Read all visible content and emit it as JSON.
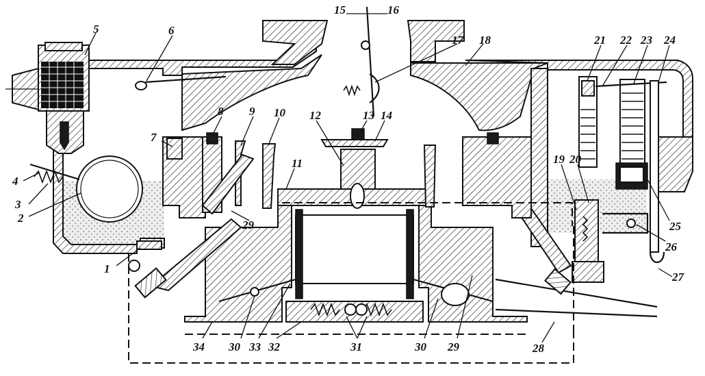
{
  "diagram": {
    "callouts": [
      {
        "id": "1",
        "text": "1"
      },
      {
        "id": "2",
        "text": "2"
      },
      {
        "id": "3",
        "text": "3"
      },
      {
        "id": "4",
        "text": "4"
      },
      {
        "id": "5",
        "text": "5"
      },
      {
        "id": "6",
        "text": "6"
      },
      {
        "id": "7",
        "text": "7"
      },
      {
        "id": "8",
        "text": "8"
      },
      {
        "id": "9",
        "text": "9"
      },
      {
        "id": "10",
        "text": "10"
      },
      {
        "id": "11",
        "text": "11"
      },
      {
        "id": "12",
        "text": "12"
      },
      {
        "id": "13",
        "text": "13"
      },
      {
        "id": "14",
        "text": "14"
      },
      {
        "id": "15",
        "text": "15"
      },
      {
        "id": "16",
        "text": "16"
      },
      {
        "id": "17",
        "text": "17"
      },
      {
        "id": "18",
        "text": "18"
      },
      {
        "id": "19",
        "text": "19"
      },
      {
        "id": "20",
        "text": "20"
      },
      {
        "id": "21",
        "text": "21"
      },
      {
        "id": "22",
        "text": "22"
      },
      {
        "id": "23",
        "text": "23"
      },
      {
        "id": "24",
        "text": "24"
      },
      {
        "id": "25",
        "text": "25"
      },
      {
        "id": "26",
        "text": "26"
      },
      {
        "id": "27",
        "text": "27"
      },
      {
        "id": "28",
        "text": "28"
      },
      {
        "id": "29a",
        "text": "29"
      },
      {
        "id": "29b",
        "text": "29"
      },
      {
        "id": "30a",
        "text": "30"
      },
      {
        "id": "33",
        "text": "33"
      },
      {
        "id": "32",
        "text": "32"
      },
      {
        "id": "31",
        "text": "31"
      },
      {
        "id": "30b",
        "text": "30"
      },
      {
        "id": "34",
        "text": "34"
      }
    ]
  }
}
